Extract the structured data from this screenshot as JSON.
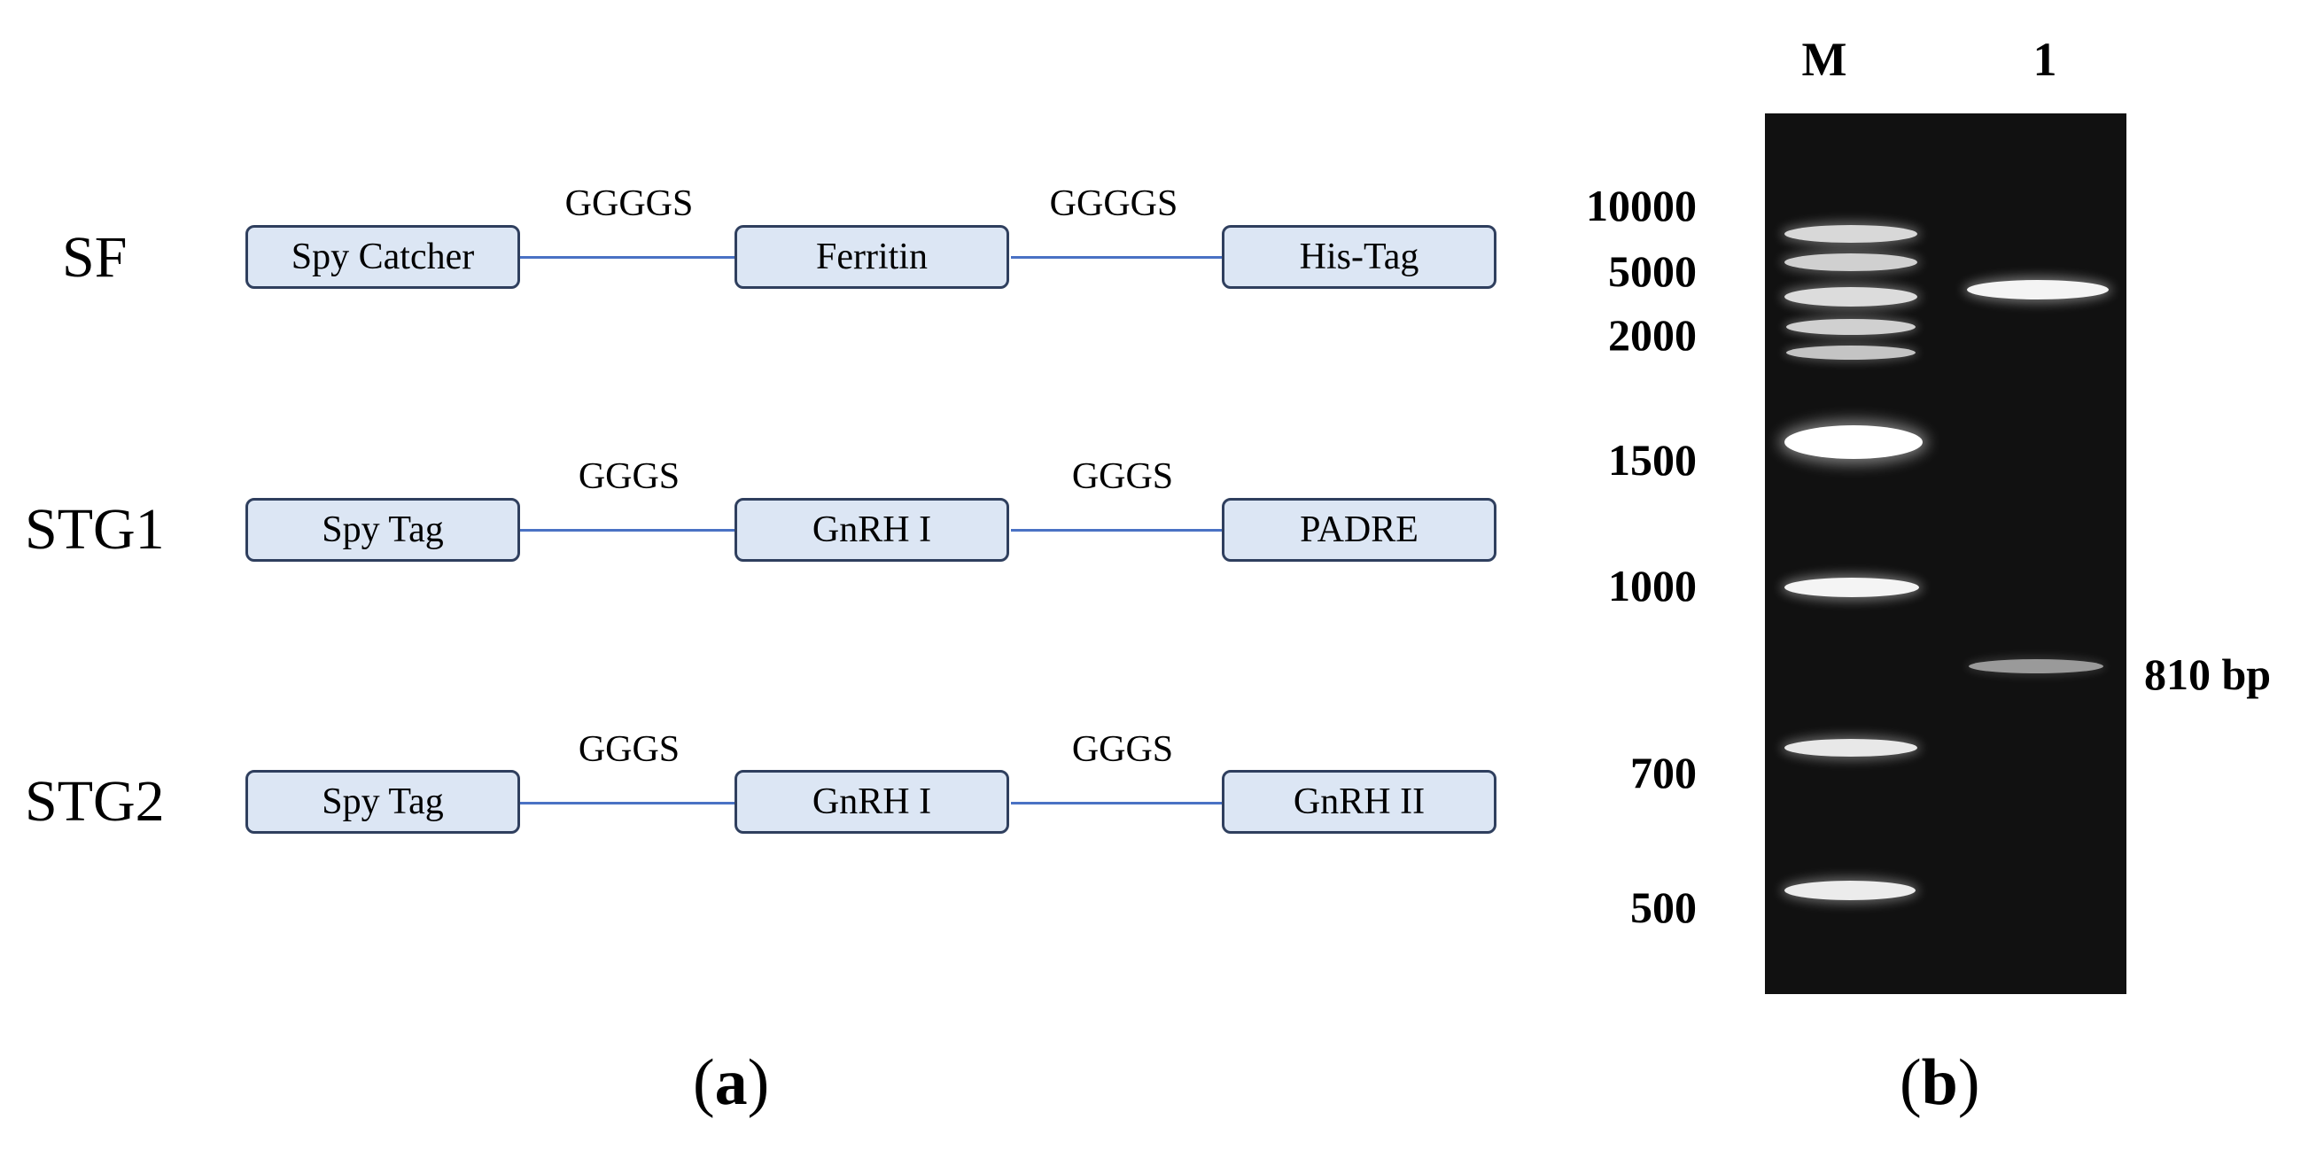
{
  "panel_a": {
    "caption_letter": "a",
    "constructs": [
      {
        "name": "SF",
        "parts": [
          "Spy Catcher",
          "Ferritin",
          "His-Tag"
        ],
        "linkers": [
          "GGGGS",
          "GGGGS"
        ]
      },
      {
        "name": "STG1",
        "parts": [
          "Spy Tag",
          "GnRH I",
          "PADRE"
        ],
        "linkers": [
          "GGGS",
          "GGGS"
        ]
      },
      {
        "name": "STG2",
        "parts": [
          "Spy Tag",
          "GnRH I",
          "GnRH II"
        ],
        "linkers": [
          "GGGS",
          "GGGS"
        ]
      }
    ]
  },
  "panel_b": {
    "caption_letter": "b",
    "lanes": [
      "M",
      "1"
    ],
    "ladder": [
      "10000",
      "5000",
      "2000",
      "1500",
      "1000",
      "700",
      "500"
    ],
    "product_label": "810 bp"
  },
  "colors": {
    "box_fill": "#dce6f4",
    "box_border": "#2f3f5e",
    "linker_line": "#4a72c4",
    "gel_background": "#111111",
    "band": "#ffffff"
  }
}
